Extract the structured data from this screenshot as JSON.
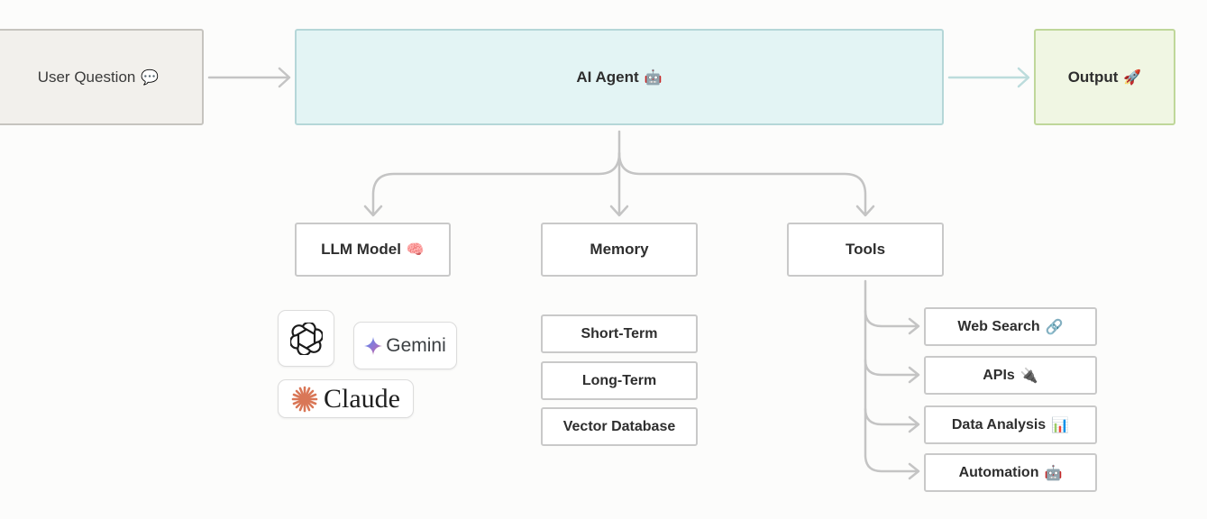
{
  "nodes": {
    "user_question": {
      "label": "User Question",
      "emoji": "💬"
    },
    "ai_agent": {
      "label": "AI Agent",
      "emoji": "🤖"
    },
    "output": {
      "label": "Output",
      "emoji": "🚀"
    },
    "llm_model": {
      "label": "LLM Model",
      "emoji": "🧠"
    },
    "memory": {
      "label": "Memory"
    },
    "tools": {
      "label": "Tools"
    }
  },
  "memory_items": [
    {
      "label": "Short-Term"
    },
    {
      "label": "Long-Term"
    },
    {
      "label": "Vector Database"
    }
  ],
  "tool_items": [
    {
      "label": "Web Search",
      "emoji": "🔗"
    },
    {
      "label": "APIs",
      "emoji": "🔌"
    },
    {
      "label": "Data Analysis",
      "emoji": "📊"
    },
    {
      "label": "Automation",
      "emoji": "🤖"
    }
  ],
  "llm_logos": [
    {
      "name": "openai-logo",
      "label": ""
    },
    {
      "name": "gemini-logo",
      "label": "Gemini"
    },
    {
      "name": "claude-logo",
      "label": "Claude"
    }
  ],
  "colors": {
    "connector": "#c4c4c4",
    "agent_fill": "#e3f4f4",
    "output_fill": "#f0f6e3",
    "question_fill": "#f2f0ec",
    "claude_orange": "#d97757"
  }
}
